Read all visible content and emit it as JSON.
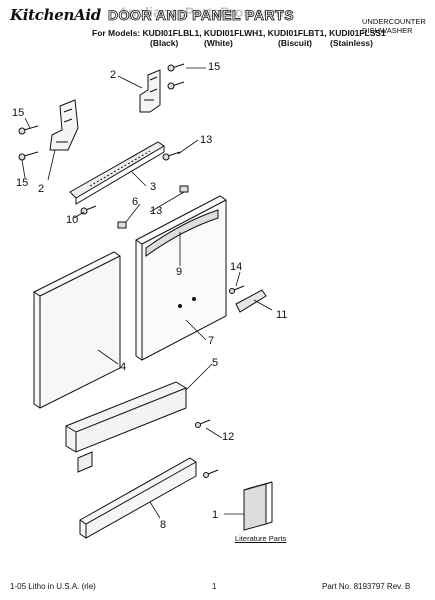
{
  "header": {
    "brand": "KitchenAid",
    "title": "DOOR AND PANEL PARTS",
    "watermark": "AppliancePartsPros.com",
    "category_line1": "UNDERCOUNTER",
    "category_line2": "DISHWASHER",
    "models_line": "For Models: KUDI01FLBL1, KUDI01FLWH1, KUDI01FLBT1, KUDI01FLSS1",
    "colors": [
      "(Black)",
      "(White)",
      "(Biscuit)",
      "(Stainless)"
    ]
  },
  "callouts": [
    "2",
    "15",
    "15",
    "2",
    "15",
    "13",
    "3",
    "10",
    "6",
    "13",
    "9",
    "14",
    "11",
    "4",
    "7",
    "5",
    "12",
    "8",
    "1"
  ],
  "literature_label": "Literature Parts",
  "footer": {
    "left": "1-05 Litho in U.S.A. (rle)",
    "center": "1",
    "right": "Part No. 8193797 Rev. B"
  }
}
